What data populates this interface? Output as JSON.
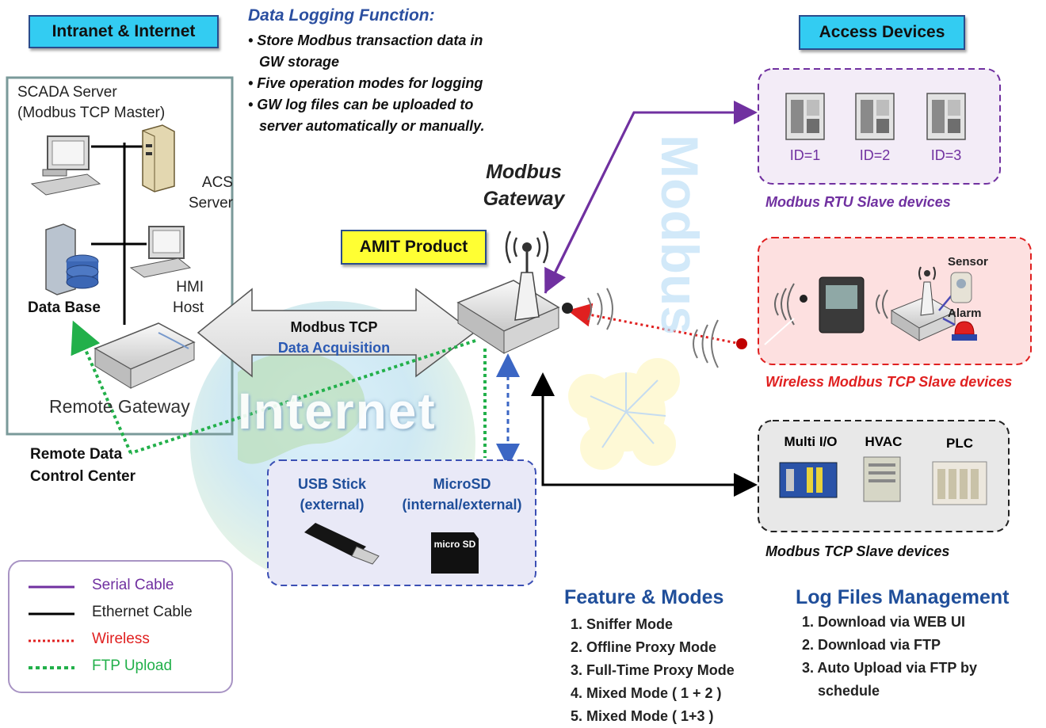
{
  "tags": {
    "intranet": "Intranet & Internet",
    "access": "Access Devices",
    "amit": "AMIT Product"
  },
  "scada": {
    "title_line1": "SCADA Server",
    "title_line2": "(Modbus TCP Master)",
    "acs_line1": "ACS",
    "acs_line2": "Server",
    "hmi_line1": "HMI",
    "hmi_line2": "Host",
    "database": "Data Base",
    "remote_gateway": "Remote Gateway"
  },
  "remote_center": {
    "line1": "Remote Data",
    "line2": "Control  Center"
  },
  "logging": {
    "title": "Data Logging Function:",
    "bullets": [
      "• Store Modbus transaction data in",
      "GW storage",
      "• Five operation modes for logging",
      "• GW log files can be uploaded to",
      "server automatically or manually."
    ]
  },
  "gateway": {
    "line1": "Modbus",
    "line2": "Gateway"
  },
  "arrow_label": {
    "line1": "Modbus TCP",
    "line2": "Data Acquisition"
  },
  "internet_text": "Internet",
  "modbus_watermark": "Modbus",
  "storage": {
    "usb_line1": "USB Stick",
    "usb_line2": "(external)",
    "sd_line1": "MicroSD",
    "sd_line2": "(internal/external)",
    "sd_logo": "micro SD"
  },
  "rtu": {
    "ids": [
      "ID=1",
      "ID=2",
      "ID=3"
    ],
    "caption": "Modbus RTU Slave devices"
  },
  "wireless": {
    "sensor": "Sensor",
    "alarm": "Alarm",
    "caption": "Wireless Modbus TCP Slave devices"
  },
  "tcp_slaves": {
    "labels": [
      "Multi I/O",
      "HVAC",
      "PLC"
    ],
    "caption": "Modbus TCP Slave devices"
  },
  "legend": [
    {
      "label": "Serial Cable",
      "color": "#7030a0",
      "style": "solid",
      "text_color": "#7030a0"
    },
    {
      "label": "Ethernet Cable",
      "color": "#000000",
      "style": "solid",
      "text_color": "#222222"
    },
    {
      "label": "Wireless",
      "color": "#e02020",
      "style": "dotted",
      "text_color": "#e02020"
    },
    {
      "label": "FTP Upload",
      "color": "#22b04a",
      "style": "dotted",
      "text_color": "#22b04a"
    }
  ],
  "features": {
    "title": "Feature & Modes",
    "items": [
      "1. Sniffer Mode",
      "2. Offline Proxy Mode",
      "3. Full-Time Proxy Mode",
      "4. Mixed Mode ( 1 + 2 )",
      "5. Mixed Mode ( 1+3 )"
    ]
  },
  "logfiles": {
    "title": "Log Files Management",
    "items": [
      "1. Download via WEB UI",
      "2. Download via FTP",
      "3. Auto Upload via FTP by",
      "schedule"
    ]
  },
  "colors": {
    "serial": "#7030a0",
    "wireless": "#e02020",
    "ftp": "#22b04a",
    "title_blue": "#1f4e9a",
    "tag_cyan": "#33ccf2",
    "tag_yellow": "#ffff33"
  }
}
